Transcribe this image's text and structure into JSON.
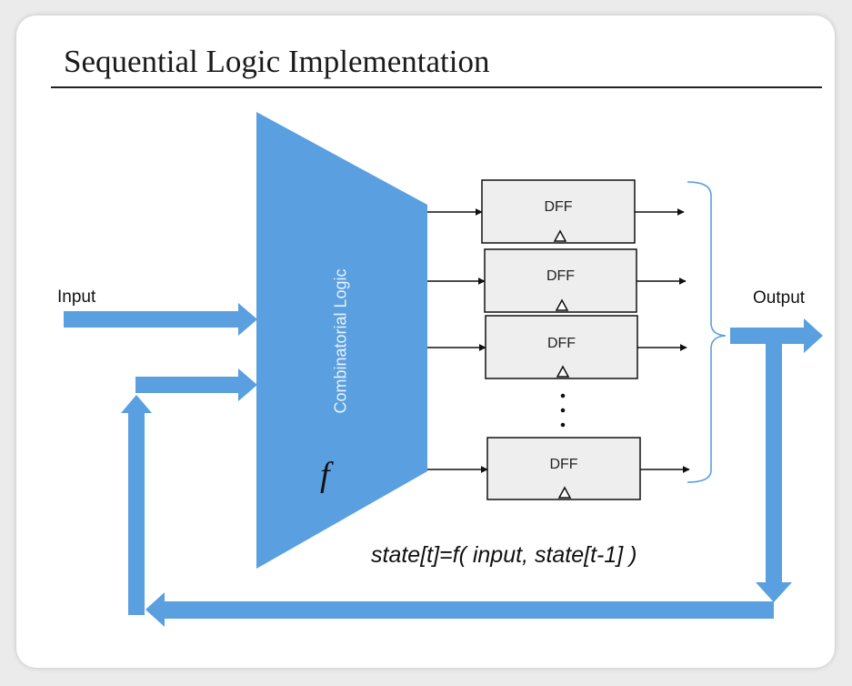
{
  "slide": {
    "title": "Sequential Logic Implementation"
  },
  "diagram": {
    "input_label": "Input",
    "output_label": "Output",
    "block_label": "Combinatorial Logic",
    "function_symbol": "f",
    "equation": "state[t]=f( input, state[t-1] )",
    "ellipsis": ".\n.\n.",
    "flip_flops": [
      {
        "label": "DFF"
      },
      {
        "label": "DFF"
      },
      {
        "label": "DFF"
      },
      {
        "label": "DFF"
      }
    ]
  },
  "colors": {
    "block": "#5a9fe0",
    "arrow": "#5a9fe0",
    "dff_fill": "#eeeeee",
    "line": "#111111"
  }
}
